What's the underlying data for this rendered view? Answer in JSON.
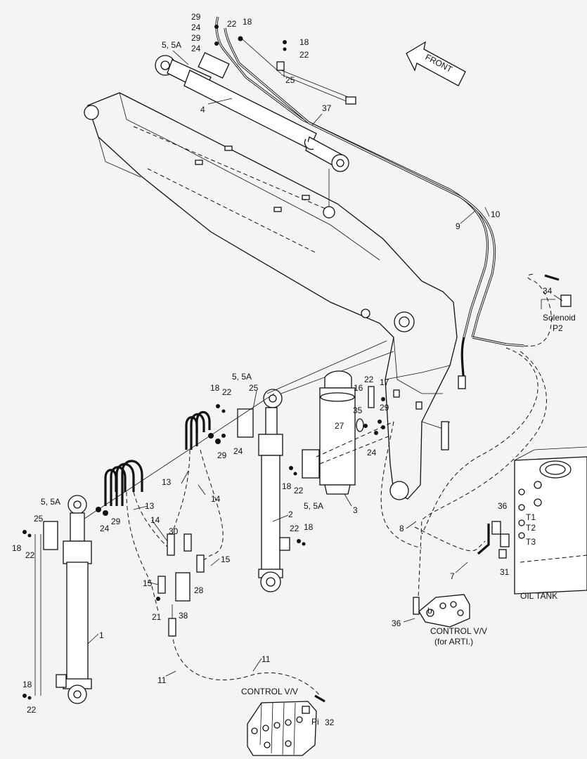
{
  "arrow_label": "FRONT",
  "labels": {
    "p29a": "29",
    "p24a": "24",
    "p29b": "29",
    "p24b": "24",
    "p22top": "22",
    "p18top": "18",
    "p55top": "5, 5A",
    "p18r": "18",
    "p22r": "22",
    "p25top": "25",
    "p4": "4",
    "p37": "37",
    "p9": "9",
    "p10": "10",
    "p34": "34",
    "solenoid": "Solenoid",
    "p2label": "P2",
    "p18m": "18",
    "p22m": "22",
    "p55m": "5, 5A",
    "p25m": "25",
    "p22c": "22",
    "p16": "16",
    "p17": "17",
    "p35": "35",
    "p29c": "29",
    "p27": "27",
    "p24c": "24",
    "p29d": "29",
    "p24d": "24",
    "p13a": "13",
    "p14a": "14",
    "p18c": "18",
    "p22d": "22",
    "p55c": "5, 5A",
    "p3": "3",
    "p55l": "5, 5A",
    "p25l": "25",
    "p18l": "18",
    "p22l": "22",
    "p24e": "24",
    "p29e": "29",
    "p13b": "13",
    "p14b": "14",
    "p30": "30",
    "p2": "2",
    "p22e": "22",
    "p18e": "18",
    "p15a": "15",
    "p15b": "15",
    "p28": "28",
    "p21": "21",
    "p38": "38",
    "p1": "1",
    "p11a": "11",
    "p11b": "11",
    "p18f": "18",
    "p22f": "22",
    "p8": "8",
    "p7": "7",
    "p31": "31",
    "p36a": "36",
    "t1": "T1",
    "t2": "T2",
    "t3": "T3",
    "oiltank": "OIL TANK",
    "p36b": "36",
    "b": "b",
    "cvv_arti_1": "CONTROL V/V",
    "cvv_arti_2": "(for ARTI.)",
    "cvv_main": "CONTROL V/V",
    "pi": "Pi",
    "p32": "32"
  }
}
